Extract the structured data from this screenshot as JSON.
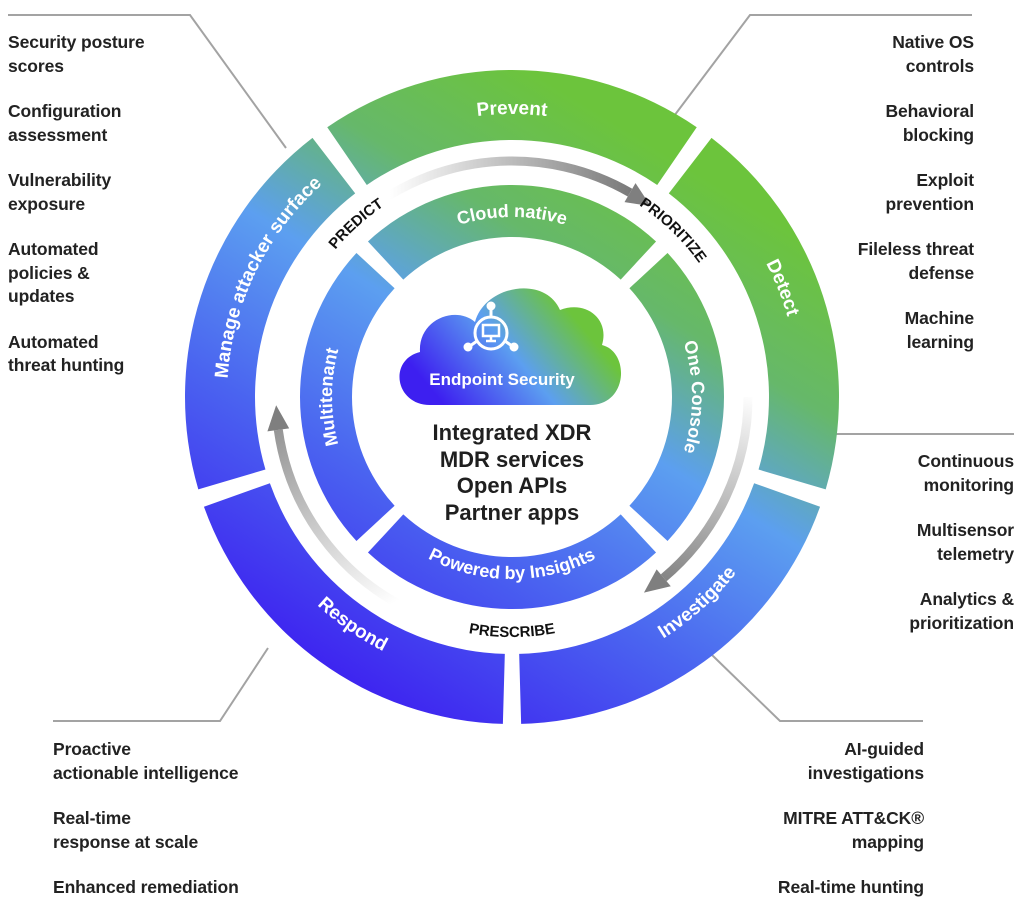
{
  "center": {
    "cloud_label": "Endpoint Security",
    "cloud_icon": "endpoint-monitor-icon",
    "features": [
      "Integrated XDR",
      "MDR services",
      "Open APIs",
      "Partner apps"
    ]
  },
  "outer_ring": [
    {
      "label": "Prevent",
      "id": "prevent"
    },
    {
      "label": "Detect",
      "id": "detect"
    },
    {
      "label": "Investigate",
      "id": "investigate"
    },
    {
      "label": "Respond",
      "id": "respond"
    },
    {
      "label": "Manage attacker surface",
      "id": "manage-attacker-surface"
    }
  ],
  "inner_ring": [
    {
      "label": "Cloud native",
      "id": "cloud-native"
    },
    {
      "label": "One Console",
      "id": "one-console"
    },
    {
      "label": "Powered by Insights",
      "id": "powered-by-insights"
    },
    {
      "label": "Multitenant",
      "id": "multitenant"
    }
  ],
  "phases": [
    {
      "label": "PREDICT",
      "id": "predict"
    },
    {
      "label": "PRIORITIZE",
      "id": "prioritize"
    },
    {
      "label": "PRESCRIBE",
      "id": "prescribe"
    }
  ],
  "callouts": {
    "manage": [
      "Security posture\nscores",
      "Configuration\nassessment",
      "Vulnerability\nexposure",
      "Automated\npolicies &\nupdates",
      "Automated\nthreat hunting"
    ],
    "prevent_detect": [
      "Native OS\ncontrols",
      "Behavioral\nblocking",
      "Exploit\nprevention",
      "Fileless threat\ndefense",
      "Machine\nlearning"
    ],
    "detect": [
      "Continuous\nmonitoring",
      "Multisensor\ntelemetry",
      "Analytics &\nprioritization"
    ],
    "respond": [
      "Proactive\nactionable intelligence",
      "Real-time\nresponse at scale",
      "Enhanced remediation"
    ],
    "investigate": [
      "AI-guided\ninvestigations",
      "MITRE ATT&CK®\nmapping",
      "Real-time hunting"
    ]
  },
  "colors": {
    "green": "#6cc43c",
    "teal": "#5fae9a",
    "light_blue": "#5b9cf2",
    "blue": "#4a63f0",
    "indigo": "#3d1ff0",
    "arrow_gray": "#8a8a8a",
    "leader_line": "#a0a0a0"
  }
}
